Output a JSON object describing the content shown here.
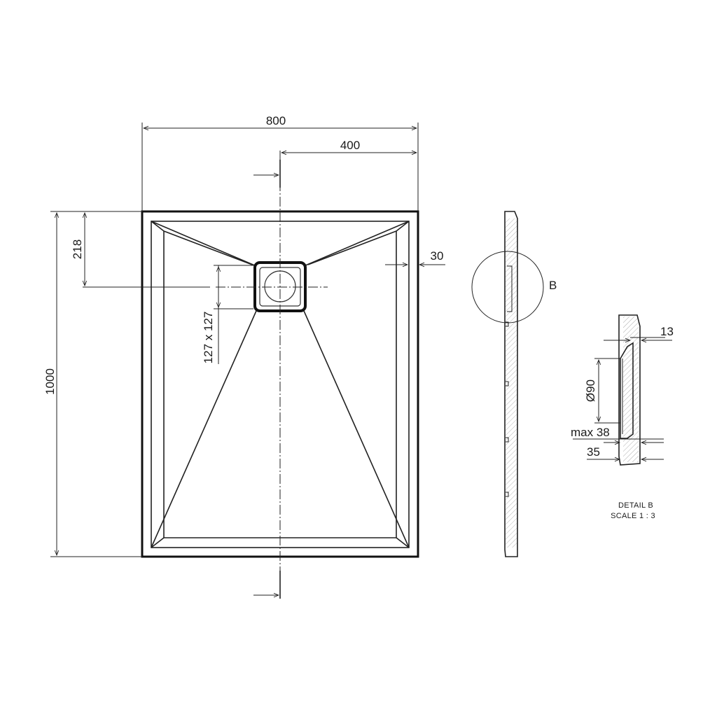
{
  "dimensions": {
    "width": "800",
    "half_width": "400",
    "length": "1000",
    "drain_offset": "218",
    "rim": "30",
    "drain_size": "127 x 127",
    "rim_thickness": "13",
    "outlet_diameter": "Ø90",
    "max_height": "max 38",
    "height": "35"
  },
  "labels": {
    "detail_marker": "B",
    "detail_title": "DETAIL B",
    "detail_scale": "SCALE 1 : 3"
  }
}
